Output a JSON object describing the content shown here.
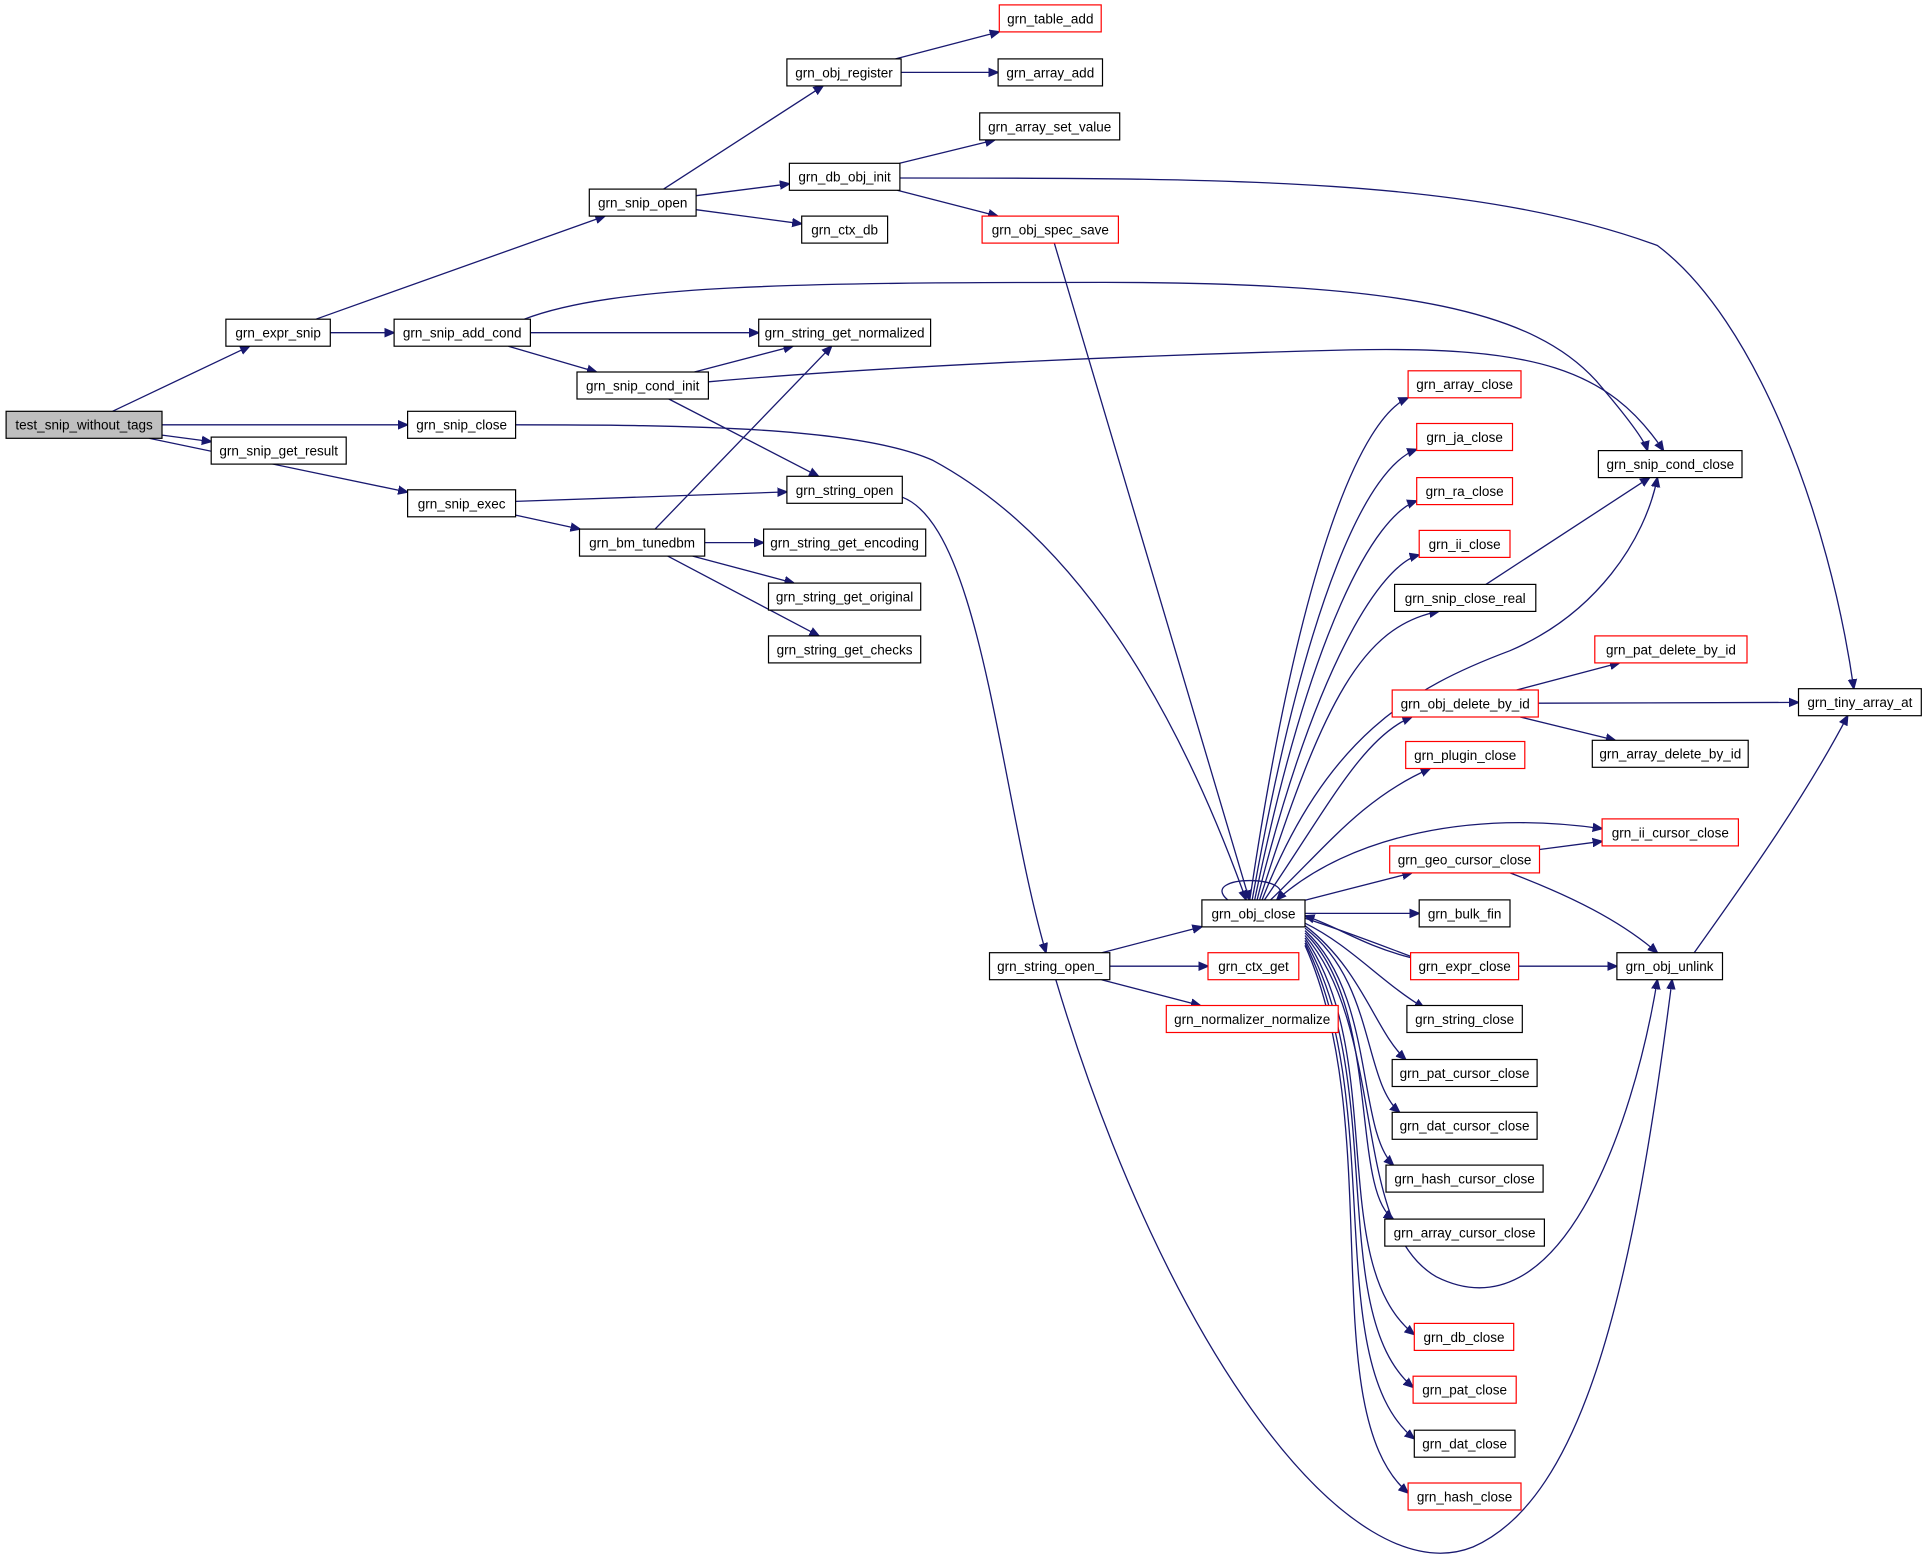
{
  "colors": {
    "edge": "#191970",
    "node_border": "#000000",
    "node_border_truncated": "#ff0000",
    "node_fill": "#ffffff",
    "root_fill": "#bfbfbf",
    "text": "#000000"
  },
  "nodes": [
    {
      "id": "test_snip_without_tags",
      "label": "test_snip_without_tags",
      "style": "root"
    },
    {
      "id": "grn_expr_snip",
      "label": "grn_expr_snip",
      "style": "normal"
    },
    {
      "id": "grn_snip_get_result",
      "label": "grn_snip_get_result",
      "style": "normal"
    },
    {
      "id": "grn_snip_close",
      "label": "grn_snip_close",
      "style": "normal"
    },
    {
      "id": "grn_snip_exec",
      "label": "grn_snip_exec",
      "style": "normal"
    },
    {
      "id": "grn_snip_open",
      "label": "grn_snip_open",
      "style": "normal"
    },
    {
      "id": "grn_snip_add_cond",
      "label": "grn_snip_add_cond",
      "style": "normal"
    },
    {
      "id": "grn_snip_cond_init",
      "label": "grn_snip_cond_init",
      "style": "normal"
    },
    {
      "id": "grn_bm_tunedbm",
      "label": "grn_bm_tunedbm",
      "style": "normal"
    },
    {
      "id": "grn_obj_register",
      "label": "grn_obj_register",
      "style": "normal"
    },
    {
      "id": "grn_db_obj_init",
      "label": "grn_db_obj_init",
      "style": "normal"
    },
    {
      "id": "grn_ctx_db",
      "label": "grn_ctx_db",
      "style": "normal"
    },
    {
      "id": "grn_string_get_normalized",
      "label": "grn_string_get_normalized",
      "style": "normal"
    },
    {
      "id": "grn_string_open",
      "label": "grn_string_open",
      "style": "normal"
    },
    {
      "id": "grn_string_get_encoding",
      "label": "grn_string_get_encoding",
      "style": "normal"
    },
    {
      "id": "grn_string_get_original",
      "label": "grn_string_get_original",
      "style": "normal"
    },
    {
      "id": "grn_string_get_checks",
      "label": "grn_string_get_checks",
      "style": "normal"
    },
    {
      "id": "grn_table_add",
      "label": "grn_table_add",
      "style": "truncated"
    },
    {
      "id": "grn_array_add",
      "label": "grn_array_add",
      "style": "normal"
    },
    {
      "id": "grn_array_set_value",
      "label": "grn_array_set_value",
      "style": "normal"
    },
    {
      "id": "grn_obj_spec_save",
      "label": "grn_obj_spec_save",
      "style": "truncated"
    },
    {
      "id": "grn_string_open_",
      "label": "grn_string_open_",
      "style": "normal"
    },
    {
      "id": "grn_obj_close",
      "label": "grn_obj_close",
      "style": "normal"
    },
    {
      "id": "grn_ctx_get",
      "label": "grn_ctx_get",
      "style": "truncated"
    },
    {
      "id": "grn_normalizer_normalize",
      "label": "grn_normalizer_normalize",
      "style": "truncated"
    },
    {
      "id": "grn_array_close",
      "label": "grn_array_close",
      "style": "truncated"
    },
    {
      "id": "grn_ja_close",
      "label": "grn_ja_close",
      "style": "truncated"
    },
    {
      "id": "grn_ra_close",
      "label": "grn_ra_close",
      "style": "truncated"
    },
    {
      "id": "grn_ii_close",
      "label": "grn_ii_close",
      "style": "truncated"
    },
    {
      "id": "grn_snip_close_real",
      "label": "grn_snip_close_real",
      "style": "normal"
    },
    {
      "id": "grn_obj_delete_by_id",
      "label": "grn_obj_delete_by_id",
      "style": "truncated"
    },
    {
      "id": "grn_plugin_close",
      "label": "grn_plugin_close",
      "style": "truncated"
    },
    {
      "id": "grn_geo_cursor_close",
      "label": "grn_geo_cursor_close",
      "style": "truncated"
    },
    {
      "id": "grn_bulk_fin",
      "label": "grn_bulk_fin",
      "style": "normal"
    },
    {
      "id": "grn_expr_close",
      "label": "grn_expr_close",
      "style": "truncated"
    },
    {
      "id": "grn_string_close",
      "label": "grn_string_close",
      "style": "normal"
    },
    {
      "id": "grn_pat_cursor_close",
      "label": "grn_pat_cursor_close",
      "style": "normal"
    },
    {
      "id": "grn_dat_cursor_close",
      "label": "grn_dat_cursor_close",
      "style": "normal"
    },
    {
      "id": "grn_hash_cursor_close",
      "label": "grn_hash_cursor_close",
      "style": "normal"
    },
    {
      "id": "grn_array_cursor_close",
      "label": "grn_array_cursor_close",
      "style": "normal"
    },
    {
      "id": "grn_db_close",
      "label": "grn_db_close",
      "style": "truncated"
    },
    {
      "id": "grn_pat_close",
      "label": "grn_pat_close",
      "style": "truncated"
    },
    {
      "id": "grn_dat_close",
      "label": "grn_dat_close",
      "style": "normal"
    },
    {
      "id": "grn_hash_close",
      "label": "grn_hash_close",
      "style": "truncated"
    },
    {
      "id": "grn_snip_cond_close",
      "label": "grn_snip_cond_close",
      "style": "normal"
    },
    {
      "id": "grn_pat_delete_by_id",
      "label": "grn_pat_delete_by_id",
      "style": "truncated"
    },
    {
      "id": "grn_array_delete_by_id",
      "label": "grn_array_delete_by_id",
      "style": "normal"
    },
    {
      "id": "grn_ii_cursor_close",
      "label": "grn_ii_cursor_close",
      "style": "truncated"
    },
    {
      "id": "grn_obj_unlink",
      "label": "grn_obj_unlink",
      "style": "normal"
    },
    {
      "id": "grn_tiny_array_at",
      "label": "grn_tiny_array_at",
      "style": "normal"
    }
  ],
  "edges": [
    {
      "from": "test_snip_without_tags",
      "to": "grn_expr_snip"
    },
    {
      "from": "test_snip_without_tags",
      "to": "grn_snip_get_result"
    },
    {
      "from": "test_snip_without_tags",
      "to": "grn_snip_close"
    },
    {
      "from": "test_snip_without_tags",
      "to": "grn_snip_exec"
    },
    {
      "from": "grn_expr_snip",
      "to": "grn_snip_open"
    },
    {
      "from": "grn_expr_snip",
      "to": "grn_snip_add_cond"
    },
    {
      "from": "grn_snip_open",
      "to": "grn_obj_register"
    },
    {
      "from": "grn_snip_open",
      "to": "grn_db_obj_init"
    },
    {
      "from": "grn_snip_open",
      "to": "grn_ctx_db"
    },
    {
      "from": "grn_obj_register",
      "to": "grn_table_add"
    },
    {
      "from": "grn_obj_register",
      "to": "grn_array_add"
    },
    {
      "from": "grn_db_obj_init",
      "to": "grn_array_set_value"
    },
    {
      "from": "grn_db_obj_init",
      "to": "grn_obj_spec_save"
    },
    {
      "from": "grn_db_obj_init",
      "to": "grn_tiny_array_at"
    },
    {
      "from": "grn_obj_spec_save",
      "to": "grn_obj_close"
    },
    {
      "from": "grn_snip_add_cond",
      "to": "grn_string_get_normalized"
    },
    {
      "from": "grn_snip_add_cond",
      "to": "grn_snip_cond_init"
    },
    {
      "from": "grn_snip_add_cond",
      "to": "grn_snip_cond_close"
    },
    {
      "from": "grn_snip_cond_init",
      "to": "grn_string_get_normalized"
    },
    {
      "from": "grn_snip_cond_init",
      "to": "grn_string_open"
    },
    {
      "from": "grn_snip_cond_init",
      "to": "grn_snip_cond_close"
    },
    {
      "from": "grn_snip_close",
      "to": "grn_obj_close"
    },
    {
      "from": "grn_snip_exec",
      "to": "grn_string_open"
    },
    {
      "from": "grn_snip_exec",
      "to": "grn_bm_tunedbm"
    },
    {
      "from": "grn_bm_tunedbm",
      "to": "grn_string_get_normalized"
    },
    {
      "from": "grn_bm_tunedbm",
      "to": "grn_string_get_encoding"
    },
    {
      "from": "grn_bm_tunedbm",
      "to": "grn_string_get_original"
    },
    {
      "from": "grn_bm_tunedbm",
      "to": "grn_string_get_checks"
    },
    {
      "from": "grn_string_open",
      "to": "grn_string_open_"
    },
    {
      "from": "grn_string_open_",
      "to": "grn_obj_close"
    },
    {
      "from": "grn_string_open_",
      "to": "grn_ctx_get"
    },
    {
      "from": "grn_string_open_",
      "to": "grn_normalizer_normalize"
    },
    {
      "from": "grn_string_open_",
      "to": "grn_obj_unlink"
    },
    {
      "from": "grn_obj_close",
      "to": "grn_obj_close"
    },
    {
      "from": "grn_obj_close",
      "to": "grn_array_close"
    },
    {
      "from": "grn_obj_close",
      "to": "grn_ja_close"
    },
    {
      "from": "grn_obj_close",
      "to": "grn_ra_close"
    },
    {
      "from": "grn_obj_close",
      "to": "grn_ii_close"
    },
    {
      "from": "grn_obj_close",
      "to": "grn_snip_close_real"
    },
    {
      "from": "grn_obj_close",
      "to": "grn_snip_cond_close"
    },
    {
      "from": "grn_obj_close",
      "to": "grn_obj_delete_by_id"
    },
    {
      "from": "grn_obj_close",
      "to": "grn_plugin_close"
    },
    {
      "from": "grn_obj_close",
      "to": "grn_ii_cursor_close"
    },
    {
      "from": "grn_obj_close",
      "to": "grn_geo_cursor_close"
    },
    {
      "from": "grn_obj_close",
      "to": "grn_bulk_fin"
    },
    {
      "from": "grn_obj_close",
      "to": "grn_expr_close"
    },
    {
      "from": "grn_obj_close",
      "to": "grn_string_close"
    },
    {
      "from": "grn_obj_close",
      "to": "grn_pat_cursor_close"
    },
    {
      "from": "grn_obj_close",
      "to": "grn_dat_cursor_close"
    },
    {
      "from": "grn_obj_close",
      "to": "grn_hash_cursor_close"
    },
    {
      "from": "grn_obj_close",
      "to": "grn_array_cursor_close"
    },
    {
      "from": "grn_obj_close",
      "to": "grn_obj_unlink"
    },
    {
      "from": "grn_obj_close",
      "to": "grn_db_close"
    },
    {
      "from": "grn_obj_close",
      "to": "grn_pat_close"
    },
    {
      "from": "grn_obj_close",
      "to": "grn_dat_close"
    },
    {
      "from": "grn_obj_close",
      "to": "grn_hash_close"
    },
    {
      "from": "grn_snip_close_real",
      "to": "grn_snip_cond_close"
    },
    {
      "from": "grn_obj_delete_by_id",
      "to": "grn_pat_delete_by_id"
    },
    {
      "from": "grn_obj_delete_by_id",
      "to": "grn_tiny_array_at"
    },
    {
      "from": "grn_obj_delete_by_id",
      "to": "grn_array_delete_by_id"
    },
    {
      "from": "grn_geo_cursor_close",
      "to": "grn_ii_cursor_close"
    },
    {
      "from": "grn_geo_cursor_close",
      "to": "grn_obj_unlink"
    },
    {
      "from": "grn_expr_close",
      "to": "grn_obj_close"
    },
    {
      "from": "grn_expr_close",
      "to": "grn_obj_unlink"
    },
    {
      "from": "grn_obj_unlink",
      "to": "grn_tiny_array_at"
    }
  ]
}
